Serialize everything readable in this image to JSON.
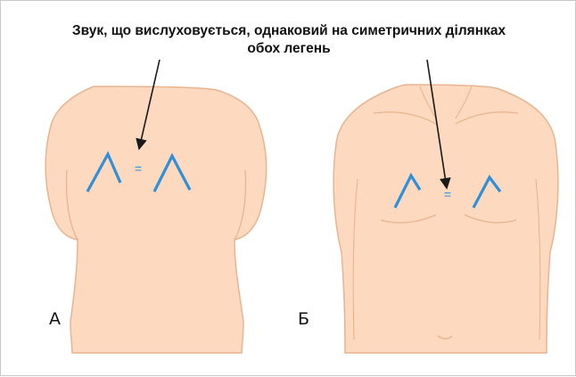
{
  "caption": "Звук, що вислуховується, однаковий на симетричних ділянках\nобох легень",
  "panels": [
    {
      "label": "А",
      "view": "back"
    },
    {
      "label": "Б",
      "view": "front"
    }
  ],
  "equal_sign": "=",
  "colors": {
    "skin": "#fcd9bf",
    "skin_outline": "#e9b48f",
    "lung_mark": "#2f8fd8",
    "arrow": "#1a1a1a",
    "text": "#111111",
    "border": "#c9c9c9"
  },
  "icons": [
    "arrow-down-icon",
    "sound-wave-icon"
  ]
}
